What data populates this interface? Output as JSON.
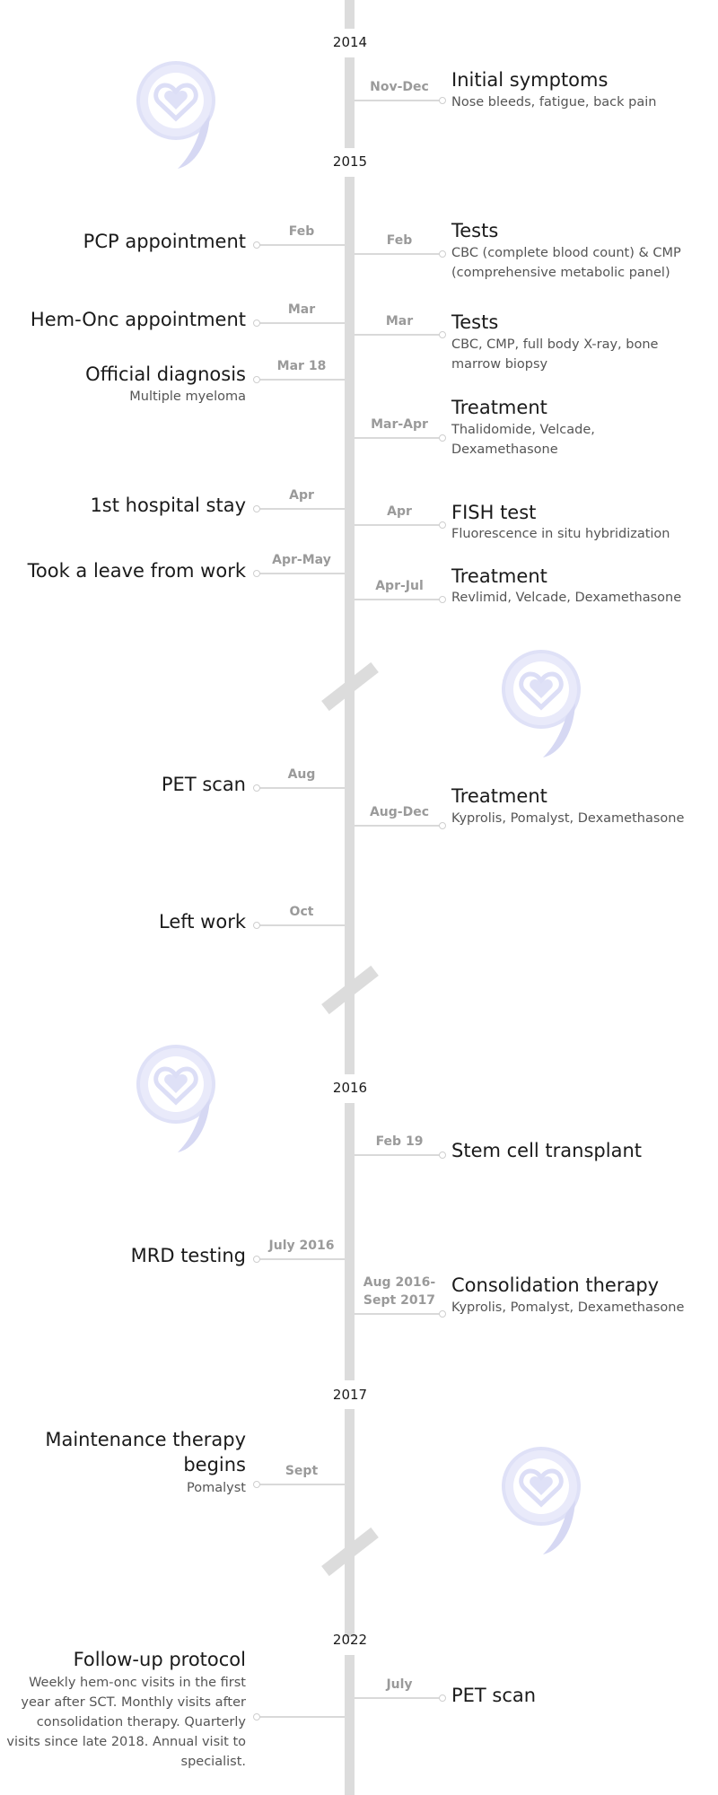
{
  "colors": {
    "axis": "#dcdcdc",
    "date": "#9a9a9a",
    "title": "#1a1a1a",
    "sub": "#555555",
    "heart": "#dfe1f7"
  },
  "years": [
    "2014",
    "2015",
    "2016",
    "2017",
    "2022"
  ],
  "events": [
    {
      "side": "right",
      "date": "Nov-Dec",
      "title": "Initial symptoms",
      "detail": "Nose bleeds, fatigue, back pain"
    },
    {
      "side": "left",
      "date": "Feb",
      "title": "PCP appointment",
      "detail": ""
    },
    {
      "side": "right",
      "date": "Feb",
      "title": "Tests",
      "detail": "CBC (complete blood count) & CMP (comprehensive metabolic panel)"
    },
    {
      "side": "left",
      "date": "Mar",
      "title": "Hem-Onc appointment",
      "detail": ""
    },
    {
      "side": "right",
      "date": "Mar",
      "title": "Tests",
      "detail": "CBC, CMP, full body X-ray, bone marrow biopsy"
    },
    {
      "side": "left",
      "date": "Mar 18",
      "title": "Official diagnosis",
      "detail": "Multiple myeloma"
    },
    {
      "side": "right",
      "date": "Mar-Apr",
      "title": "Treatment",
      "detail": "Thalidomide, Velcade, Dexamethasone"
    },
    {
      "side": "left",
      "date": "Apr",
      "title": "1st hospital stay",
      "detail": ""
    },
    {
      "side": "right",
      "date": "Apr",
      "title": "FISH test",
      "detail": "Fluorescence in situ hybridization"
    },
    {
      "side": "left",
      "date": "Apr-May",
      "title": "Took a leave from work",
      "detail": ""
    },
    {
      "side": "right",
      "date": "Apr-Jul",
      "title": "Treatment",
      "detail": "Revlimid, Velcade, Dexamethasone"
    },
    {
      "side": "left",
      "date": "Aug",
      "title": "PET scan",
      "detail": ""
    },
    {
      "side": "right",
      "date": "Aug-Dec",
      "title": "Treatment",
      "detail": "Kyprolis, Pomalyst, Dexamethasone"
    },
    {
      "side": "left",
      "date": "Oct",
      "title": "Left work",
      "detail": ""
    },
    {
      "side": "right",
      "date": "Feb 19",
      "title": "Stem cell transplant",
      "detail": ""
    },
    {
      "side": "left",
      "date": "July 2016",
      "title": "MRD testing",
      "detail": ""
    },
    {
      "side": "right",
      "date": "Aug 2016-\nSept 2017",
      "title": "Consolidation therapy",
      "detail": "Kyprolis, Pomalyst, Dexamethasone"
    },
    {
      "side": "left",
      "date": "Sept",
      "title": "Maintenance therapy begins",
      "detail": "Pomalyst"
    },
    {
      "side": "left",
      "date": "",
      "title": "Follow-up protocol",
      "detail": "Weekly hem-onc visits in the first year after SCT. Monthly visits after consolidation therapy. Quarterly visits since late 2018. Annual visit to specialist."
    },
    {
      "side": "right",
      "date": "July",
      "title": "PET scan",
      "detail": ""
    }
  ]
}
